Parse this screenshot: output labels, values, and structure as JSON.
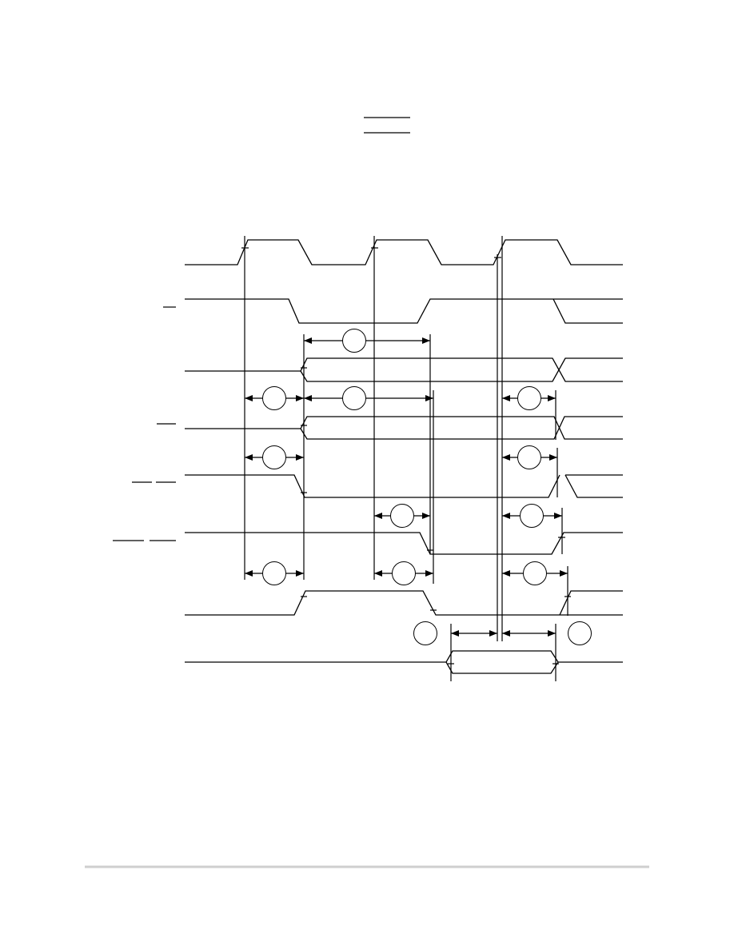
{
  "diagram": {
    "type": "timing-diagram",
    "title_overbars": 2,
    "clock_cycles": 3,
    "signal_count": 8,
    "timing_marker_count": 13,
    "colors": {
      "line": "#000000",
      "background": "#ffffff",
      "footer_rule": "#cfcfcf"
    }
  }
}
